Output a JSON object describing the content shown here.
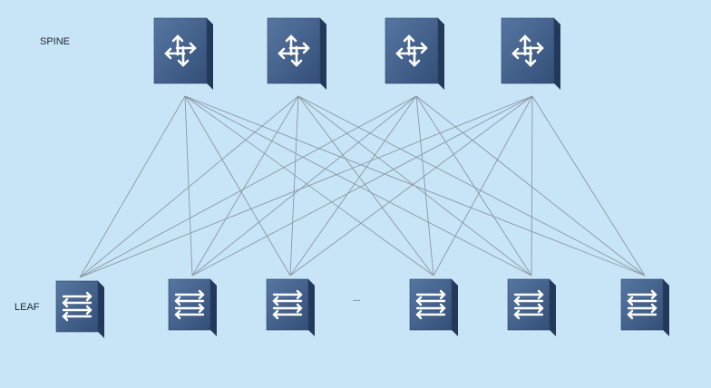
{
  "labels": {
    "spine": "SPINE",
    "leaf": "LEAF",
    "ellipsis": "..."
  },
  "spines": [
    {
      "id": "spine-1"
    },
    {
      "id": "spine-2"
    },
    {
      "id": "spine-3"
    },
    {
      "id": "spine-4"
    }
  ],
  "leaves": [
    {
      "id": "leaf-1"
    },
    {
      "id": "leaf-2"
    },
    {
      "id": "leaf-3"
    },
    {
      "id": "leaf-4"
    },
    {
      "id": "leaf-5"
    },
    {
      "id": "leaf-6"
    }
  ],
  "icons": {
    "spine": "router-icon",
    "leaf": "switch-icon"
  },
  "colors": {
    "background": "#c8e5f7",
    "device_face": "#3f5e86",
    "device_side": "#23395a",
    "device_top": "#6f8db5",
    "link": "#8a97a3",
    "arrow": "#ffffff"
  }
}
